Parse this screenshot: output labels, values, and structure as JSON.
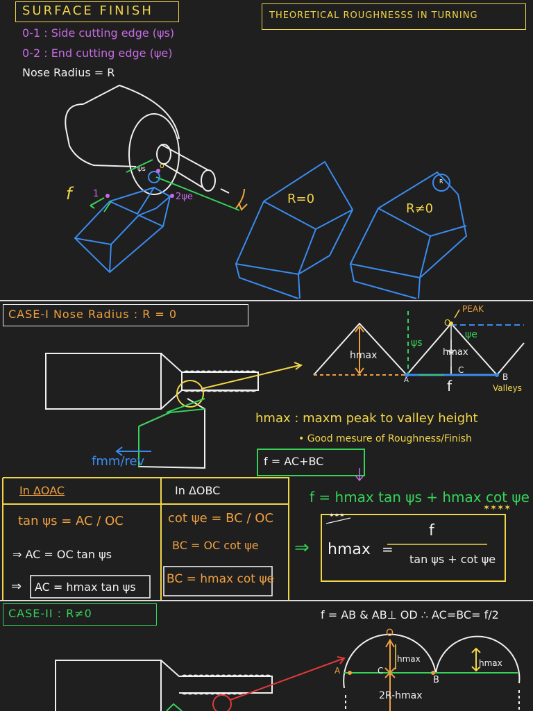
{
  "panel1": {
    "title": "SURFACE FINISH",
    "subtitle": "THEORETICAL ROUGHNESSS IN TURNING",
    "line1": "0-1 : Side cutting edge (ψs)",
    "line2": "0-2 : End cutting edge (ψe)",
    "line3": "Nose Radius = R",
    "feed": "f",
    "pt0": "o",
    "pt1": "1",
    "pt2": "2ψe",
    "psi_s": "ψs",
    "tool_r0": "R=0",
    "tool_rn0": "R≠0",
    "nose_r": "R"
  },
  "panel2": {
    "title": "CASE-I  Nose Radius : R = 0",
    "peak": "PEAK",
    "o": "O",
    "psi_e": "ψe",
    "psi_s": "ψs",
    "hmax_l": "hmax",
    "hmax_r": "hmax",
    "c": "C",
    "a": "A",
    "b": "B",
    "f": "f",
    "valleys": "Valleys",
    "feed_unit": "fmm/rev",
    "def1": "hmax : maxm peak to valley height",
    "def2": "• Good mesure of Roughness/Finish",
    "f_eq": "f =  AC+BC",
    "tri1_title": "In ΔOAC",
    "tri2_title": "In ΔOBC",
    "tri1_eq1": "tan ψs = AC / OC",
    "tri1_eq2": "⇒ AC = OC tan ψs",
    "tri1_eq3_prefix": "⇒",
    "tri1_eq3": "AC = hmax tan ψs",
    "tri2_eq1": "cot ψe = BC / OC",
    "tri2_eq2": "BC = OC cot ψe",
    "tri2_eq3": "BC = hmax cot ψe",
    "f_full": "f = hmax tan ψs + hmax cot ψe",
    "stars": "✶✶✶✶",
    "stars2": "✶✶✶",
    "arrow": "⇒",
    "res_lhs": "hmax",
    "res_eq": "=",
    "res_num": "f",
    "res_den": "tan ψs + cot ψe"
  },
  "panel3": {
    "title": "CASE-II : R≠0",
    "eq": "f = AB  &  AB⊥ OD ∴ AC=BC= f/2",
    "o": "O",
    "a": "A",
    "c": "C",
    "b": "B",
    "hmax1": "hmax",
    "hmax2": "hmax",
    "bottom": "2R-hmax"
  }
}
